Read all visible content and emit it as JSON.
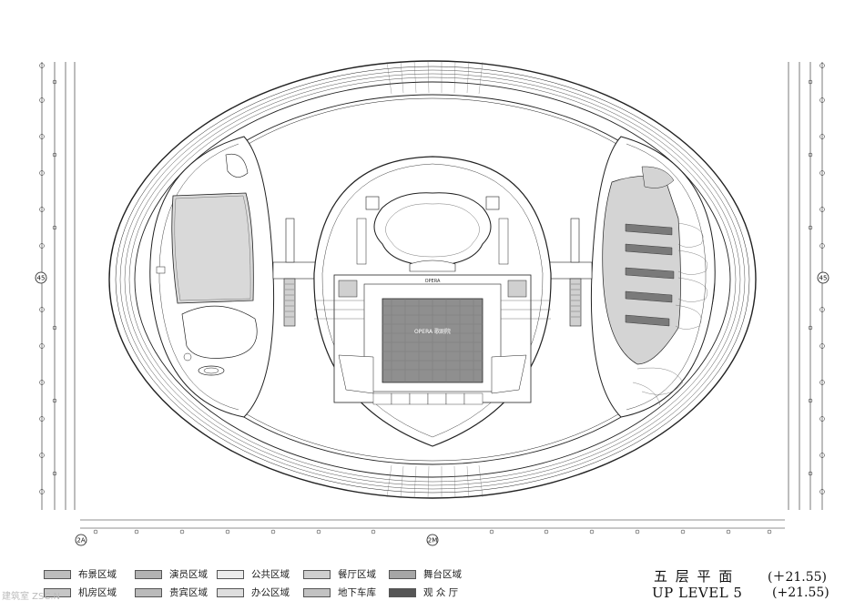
{
  "axis_labels": {
    "left": "45",
    "right": "45",
    "bottom_left": "2A",
    "bottom_center": "2M"
  },
  "room_labels": {
    "opera_hall": "OPERA 歌剧院",
    "opera_top": "OPERA"
  },
  "legend": [
    {
      "label": "布景区域",
      "color": "#bdbdbd"
    },
    {
      "label": "演员区域",
      "color": "#b3b3b3"
    },
    {
      "label": "公共区域",
      "color": "#ececec"
    },
    {
      "label": "餐厅区域",
      "color": "#cfcfcf"
    },
    {
      "label": "舞台区域",
      "color": "#a6a6a6"
    },
    {
      "label": "机房区域",
      "color": "#c6c6c6"
    },
    {
      "label": "贵宾区域",
      "color": "#bababa"
    },
    {
      "label": "办公区域",
      "color": "#dedede"
    },
    {
      "label": "地下车库",
      "color": "#c2c2c2"
    },
    {
      "label": "观 众 厅",
      "color": "#555555"
    }
  ],
  "title": {
    "chinese": "五 层 平 面",
    "english": "UP LEVEL 5",
    "elevation_cn": "(＋21.55)",
    "elevation_en": "(+21.55)"
  },
  "watermark": "建筑室 ZSC.N"
}
